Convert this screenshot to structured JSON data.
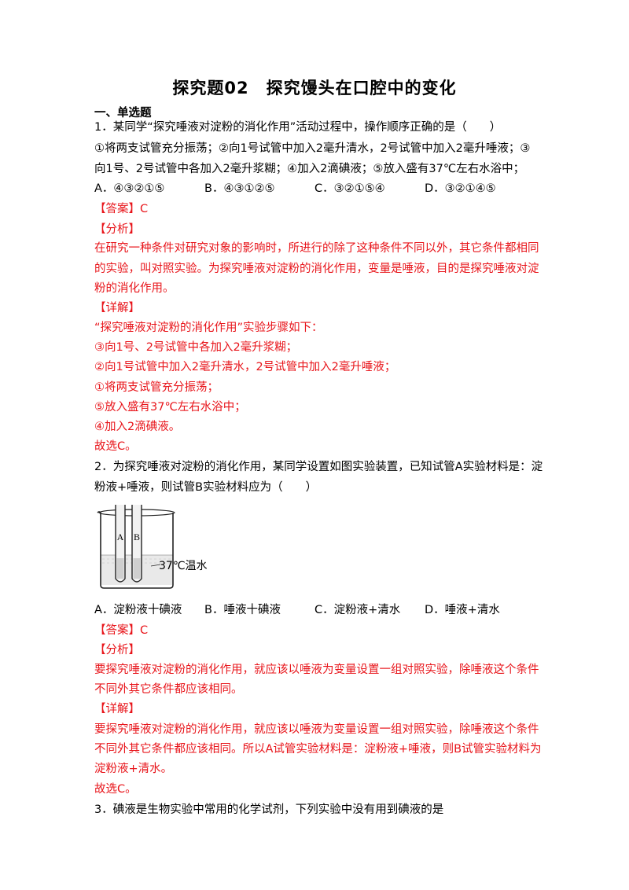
{
  "title": "探究题02　探究馒头在口腔中的变化",
  "section": "一、单选题",
  "q1": {
    "stem_1": "1．某同学“探究唾液对淀粉的消化作用”活动过程中，操作顺序正确的是（　　）",
    "stem_2": "①将两支试管充分振荡；②向1号试管中加入2毫升清水，2号试管中加入2毫升唾液；③",
    "stem_3": "向1号、2号试管中各加入2毫升浆糊；④加入2滴碘液；⑤放入盛有37℃左右水浴中；",
    "options": [
      "A．④③②①⑤",
      "B．④③①②⑤",
      "C．③②①⑤④",
      "D．③②①④⑤"
    ],
    "answer": "【答案】C",
    "analysis_label": "【分析】",
    "analysis_1": "在研究一种条件对研究对象的影响时，所进行的除了这种条件不同以外，其它条件都相同",
    "analysis_2": "的实验，叫对照实验。为探究唾液对淀粉的消化作用，变量是唾液，目的是探究唾液对淀",
    "analysis_3": "粉的消化作用。",
    "detail_label": "【详解】",
    "detail_1": "“探究唾液对淀粉的消化作用”实验步骤如下：",
    "detail_2": "③向1号、2号试管中各加入2毫升浆糊；",
    "detail_3": "②向1号试管中加入2毫升清水，2号试管中加入2毫升唾液；",
    "detail_4": "①将两支试管充分振荡；",
    "detail_5": "⑤放入盛有37℃左右水浴中；",
    "detail_6": "④加入2滴碘液。",
    "conclusion": "故选C。"
  },
  "q2": {
    "stem_1": "2．为探究唾液对淀粉的消化作用，某同学设置如图实验装置，已知试管A实验材料是：淀",
    "stem_2": "粉液+唾液，则试管B实验材料应为（　　）",
    "figure": {
      "tube_a": "A",
      "tube_b": "B",
      "water_label": "37℃温水"
    },
    "options": [
      "A．淀粉液十碘液",
      "B．唾液十碘液",
      "C．淀粉液+清水",
      "D．唾液+清水"
    ],
    "answer": "【答案】C",
    "analysis_label": "【分析】",
    "analysis_1": "要探究唾液对淀粉的消化作用，就应该以唾液为变量设置一组对照实验，除唾液这个条件",
    "analysis_2": "不同外其它条件都应该相同。",
    "detail_label": "【详解】",
    "detail_1": "要探究唾液对淀粉的消化作用，就应该以唾液为变量设置一组对照实验，除唾液这个条件",
    "detail_2": "不同外其它条件都应该相同。所以A试管实验材料是：淀粉液+唾液，则B试管实验材料为",
    "detail_3": "淀粉液+清水。",
    "conclusion": "故选C。"
  },
  "q3": {
    "stem_1": "3．碘液是生物实验中常用的化学试剂，下列实验中没有用到碘液的是"
  }
}
